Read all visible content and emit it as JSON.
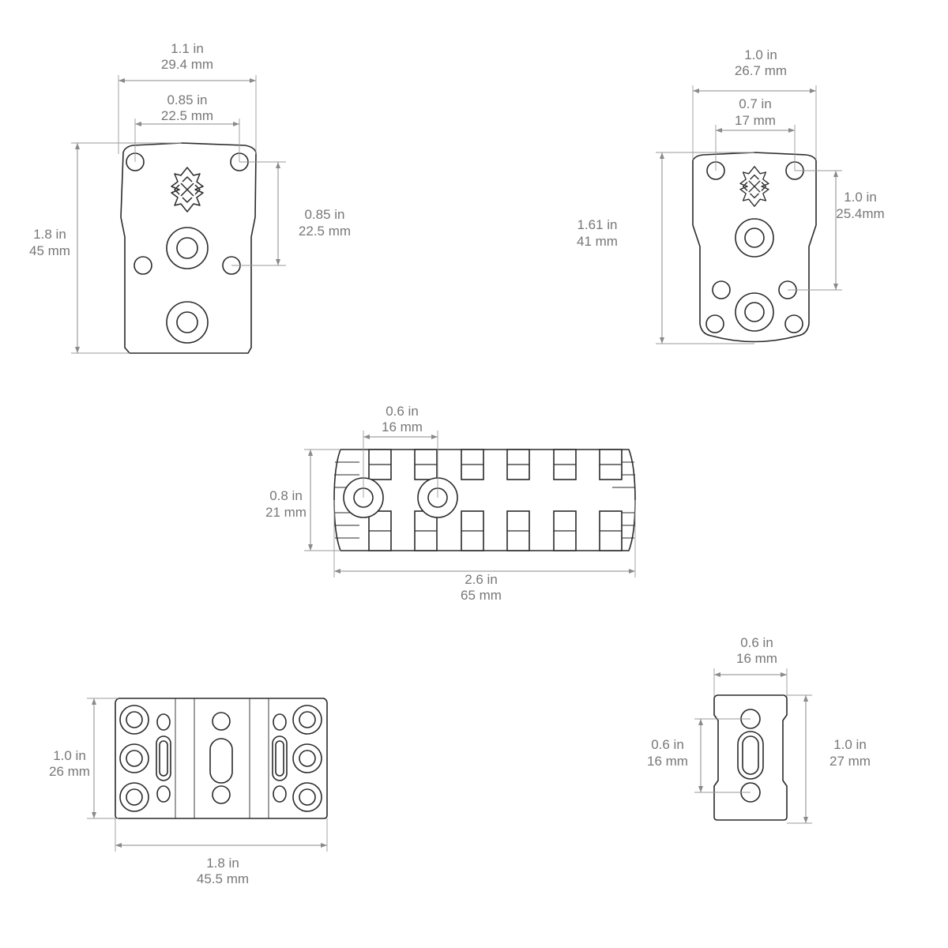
{
  "plate1": {
    "width_in": "1.1 in",
    "width_mm": "29.4 mm",
    "hole_spacing_in": "0.85 in",
    "hole_spacing_mm": "22.5 mm",
    "vertical_spacing_in": "0.85 in",
    "vertical_spacing_mm": "22.5 mm",
    "height_in": "1.8 in",
    "height_mm": "45 mm"
  },
  "plate2": {
    "width_in": "1.0 in",
    "width_mm": "26.7 mm",
    "hole_spacing_in": "0.7 in",
    "hole_spacing_mm": "17 mm",
    "vertical_spacing_in": "1.0 in",
    "vertical_spacing_mm": "25.4mm",
    "height_in": "1.61 in",
    "height_mm": "41 mm"
  },
  "rail": {
    "spacing_in": "0.6 in",
    "spacing_mm": "16 mm",
    "height_in": "0.8 in",
    "height_mm": "21 mm",
    "length_in": "2.6 in",
    "length_mm": "65 mm"
  },
  "plate3": {
    "height_in": "1.0 in",
    "height_mm": "26 mm",
    "width_in": "1.8 in",
    "width_mm": "45.5 mm"
  },
  "plate4": {
    "width_in": "0.6 in",
    "width_mm": "16 mm",
    "hole_spacing_in": "0.6 in",
    "hole_spacing_mm": "16 mm",
    "height_in": "1.0 in",
    "height_mm": "27 mm"
  }
}
